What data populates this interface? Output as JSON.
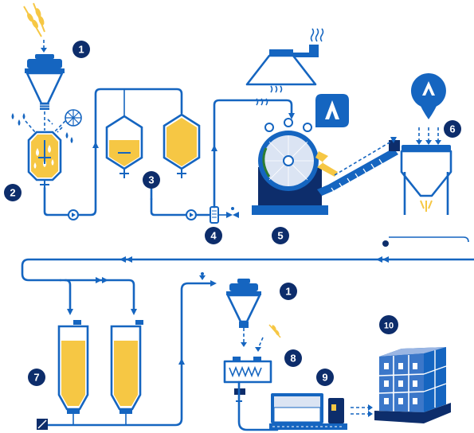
{
  "colors": {
    "accent": "#1565c0",
    "badge": "#0d2d6b",
    "product": "#f6c744",
    "background": "#ffffff"
  },
  "steps": [
    {
      "id": "step-1-top",
      "label": "1"
    },
    {
      "id": "step-2",
      "label": "2"
    },
    {
      "id": "step-3",
      "label": "3"
    },
    {
      "id": "step-4",
      "label": "4"
    },
    {
      "id": "step-5",
      "label": "5"
    },
    {
      "id": "step-6",
      "label": "6"
    },
    {
      "id": "step-7",
      "label": "7"
    },
    {
      "id": "step-1-bottom",
      "label": "1"
    },
    {
      "id": "step-8",
      "label": "8"
    },
    {
      "id": "step-9",
      "label": "9"
    },
    {
      "id": "step-10",
      "label": "10"
    }
  ],
  "icons": [
    "grain-stalks-icon",
    "hopper-icon",
    "water-drops-icon",
    "enzyme-wheel-icon",
    "mixing-tank-icon",
    "storage-tank-icon",
    "pump-icon",
    "flow-meter-icon",
    "valve-icon",
    "exhaust-hood-icon",
    "steam-icon",
    "drum-dryer-icon",
    "brand-logo-pin-icon",
    "screw-conveyor-icon",
    "cyclone-icon",
    "silo-icon",
    "mill-icon",
    "packing-machine-icon",
    "pallet-of-boxes-icon"
  ]
}
